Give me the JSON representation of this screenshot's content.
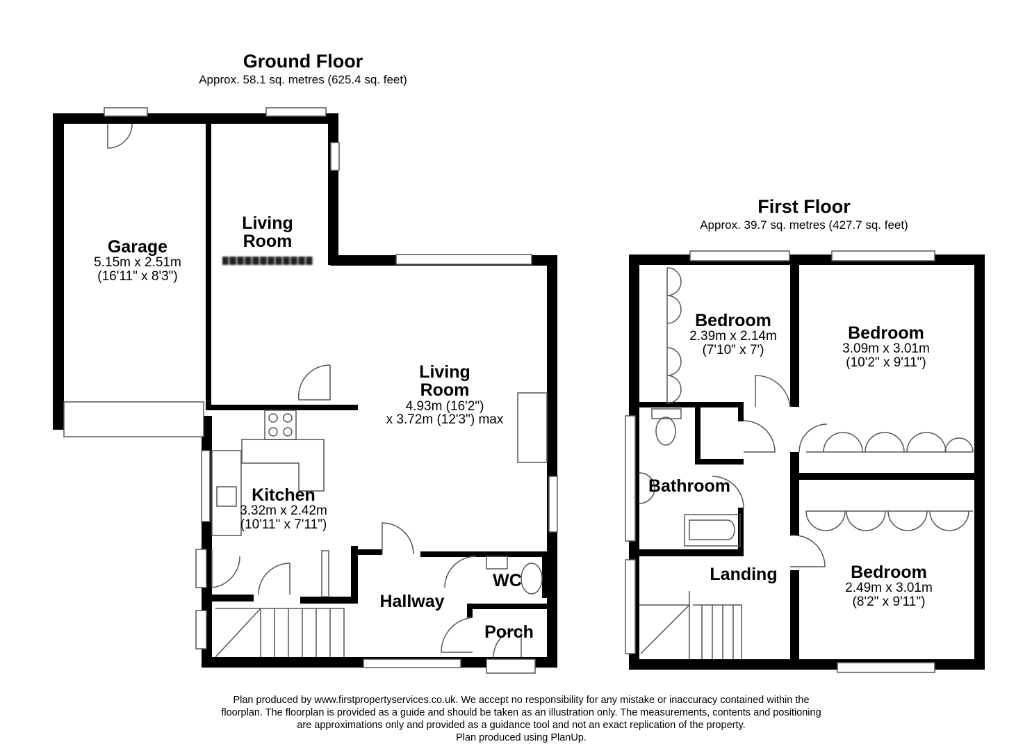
{
  "ground_floor": {
    "title": "Ground Floor",
    "area": "Approx. 58.1 sq. metres (625.4 sq. feet)",
    "rooms": [
      {
        "name": "Garage",
        "dims": "5.15m x 2.51m",
        "imperial": "(16'11\" x 8'3\")"
      },
      {
        "name": "Living\nRoom",
        "dims": "",
        "imperial": ""
      },
      {
        "name": "Living\nRoom",
        "dims": "4.93m (16'2\")",
        "imperial": "x 3.72m (12'3\") max"
      },
      {
        "name": "Kitchen",
        "dims": "3.32m x 2.42m",
        "imperial": "(10'11\" x 7'11\")"
      },
      {
        "name": "Hallway",
        "dims": "",
        "imperial": ""
      },
      {
        "name": "WC",
        "dims": "",
        "imperial": ""
      },
      {
        "name": "Porch",
        "dims": "",
        "imperial": ""
      }
    ]
  },
  "first_floor": {
    "title": "First Floor",
    "area": "Approx. 39.7 sq. metres (427.7 sq. feet)",
    "rooms": [
      {
        "name": "Bedroom",
        "dims": "2.39m x 2.14m",
        "imperial": "(7'10\" x 7')"
      },
      {
        "name": "Bedroom",
        "dims": "3.09m x 3.01m",
        "imperial": "(10'2\" x 9'11\")"
      },
      {
        "name": "Bedroom",
        "dims": "2.49m x 3.01m",
        "imperial": "(8'2\" x 9'11\")"
      },
      {
        "name": "Bathroom",
        "dims": "",
        "imperial": ""
      },
      {
        "name": "Landing",
        "dims": "",
        "imperial": ""
      }
    ]
  },
  "footer": [
    "Plan produced by www.firstpropertyservices.co.uk. We accept no responsibility for any mistake or inaccuracy contained within the",
    "floorplan. The floorplan is provided as a guide and should be taken as an illustration only. The measurements, contents and positioning",
    "are approximations only and provided as a guidance tool and not an exact replication of the property.",
    "Plan produced using PlanUp."
  ],
  "colors": {
    "wall": "#000000",
    "fixture": "#555555",
    "shadow": "#dddddd"
  }
}
